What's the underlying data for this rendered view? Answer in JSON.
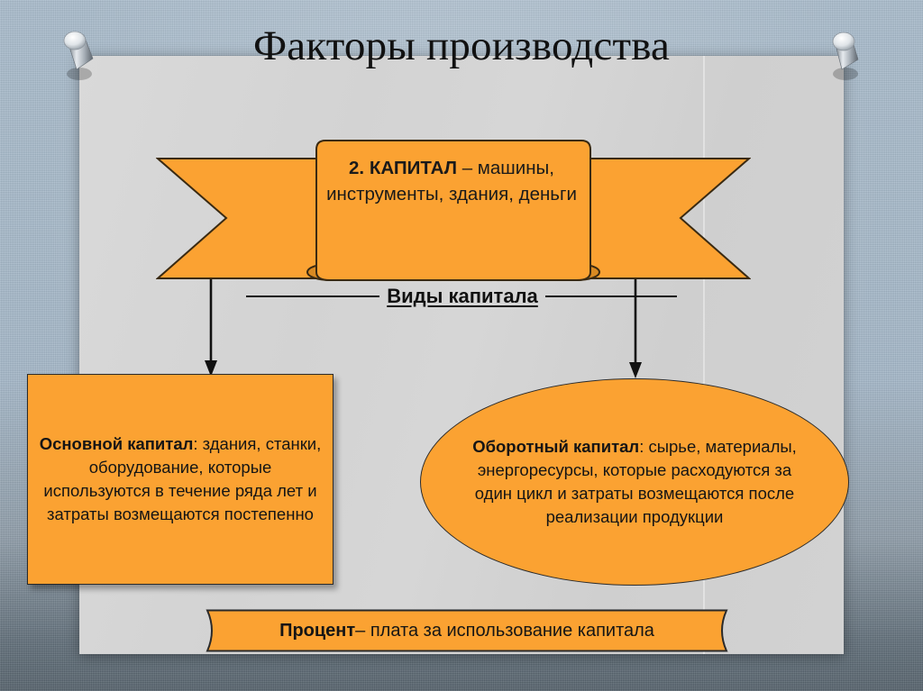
{
  "slide": {
    "title": "Факторы производства",
    "banner": {
      "bold": "2. КАПИТАЛ",
      "rest": " – машины, инструменты, здания, деньги"
    },
    "kinds_heading": "Виды капитала",
    "fixed_capital": {
      "bold": "Основной капитал",
      "rest": ": здания, станки, оборудование, которые используются в течение ряда лет и затраты возмещаются постепенно"
    },
    "circulating_capital": {
      "bold": "Оборотный капитал",
      "rest": ": сырье, материалы, энергоресурсы, которые расходуются за один цикл и затраты возмещаются после реализации продукции"
    },
    "percent_note": {
      "bold": "Процент",
      "rest": " – плата за использование капитала"
    },
    "icons": {
      "pin_left": "pushpin-icon",
      "pin_right": "pushpin-icon",
      "arrow_left": "arrow-down-icon",
      "arrow_right": "arrow-down-icon"
    },
    "colors": {
      "accent_orange": "#FBA232",
      "outline": "#2A2A2A",
      "sheet": "#D4D4D4",
      "backdrop": "#A4B7C8",
      "text": "#151515"
    }
  }
}
